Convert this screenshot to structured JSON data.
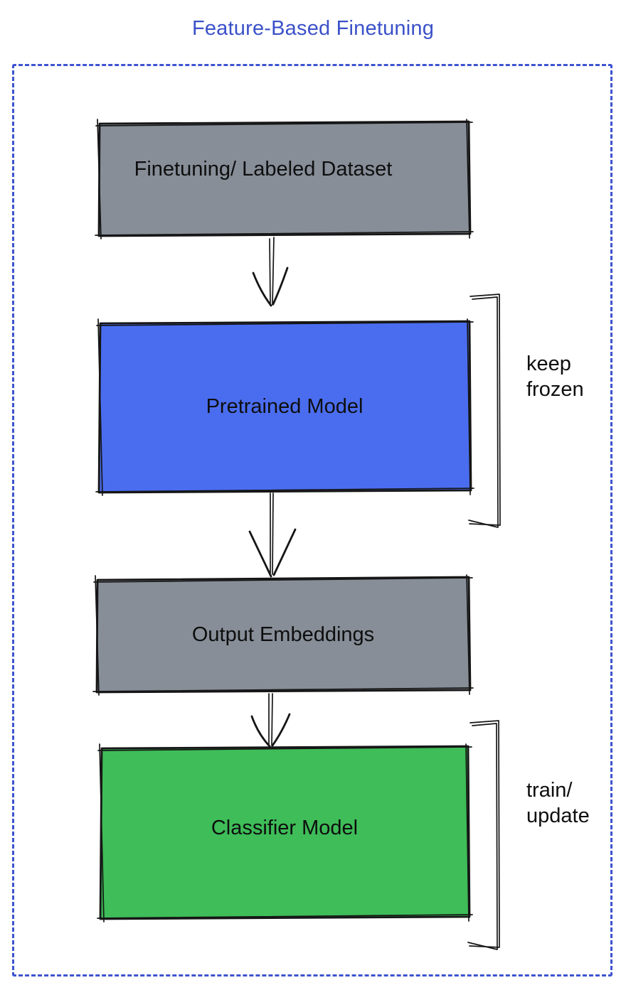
{
  "title": "Feature-Based Finetuning",
  "colors": {
    "title_blue": "#3B51C9",
    "frame_blue": "#3E54CF",
    "box_gray": "#878E98",
    "box_blue": "#4A6DF0",
    "box_green": "#3EBD58",
    "ink": "#161616"
  },
  "nodes": [
    {
      "id": "finetuning-dataset",
      "label": "Finetuning/ Labeled Dataset",
      "fill": "#878E98"
    },
    {
      "id": "pretrained-model",
      "label": "Pretrained Model",
      "fill": "#4A6DF0"
    },
    {
      "id": "output-embeddings",
      "label": "Output Embeddings",
      "fill": "#878E98"
    },
    {
      "id": "classifier-model",
      "label": "Classifier Model",
      "fill": "#3EBD58"
    }
  ],
  "edges": [
    {
      "from": "finetuning-dataset",
      "to": "pretrained-model"
    },
    {
      "from": "pretrained-model",
      "to": "output-embeddings"
    },
    {
      "from": "output-embeddings",
      "to": "classifier-model"
    }
  ],
  "annotations": [
    {
      "id": "keep-frozen",
      "lines": [
        "keep",
        "frozen"
      ]
    },
    {
      "id": "train-update",
      "lines": [
        "train/",
        "update"
      ]
    }
  ]
}
